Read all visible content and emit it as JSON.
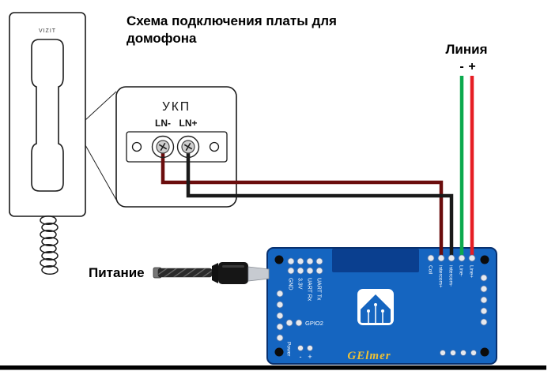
{
  "title": "Схема подключения платы для домофона",
  "handset": {
    "brand": "VIZIT"
  },
  "ukp": {
    "label": "УКП",
    "ln_minus": "LN-",
    "ln_plus": "LN+"
  },
  "line": {
    "label": "Линия",
    "minus": "-",
    "plus": "+"
  },
  "power": {
    "label": "Питание"
  },
  "board": {
    "brand": "GElmer",
    "left_pins": [
      "GND",
      "3.3V",
      "UART Rx",
      "UART Tx"
    ],
    "gpio": "GPIO2",
    "power_label": "Power",
    "power_minus": "-",
    "power_plus": "+",
    "right_pins": [
      "Coil",
      "intercom+",
      "intercom-",
      "Line-",
      "Line+"
    ]
  },
  "colors": {
    "pcb": "#1565c0",
    "pcb_dark": "#0a3f8f",
    "wire_ln_minus": "#6b0d0d",
    "wire_ln_plus": "#1a1a1a",
    "wire_line_minus": "#0ca94e",
    "wire_line_plus": "#e61e25",
    "brand_text": "#f1c232"
  }
}
